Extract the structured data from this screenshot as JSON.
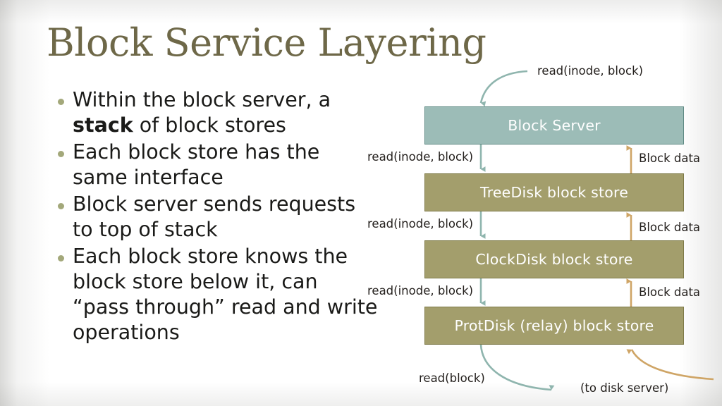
{
  "slide": {
    "title": "Block Service Layering",
    "bullets": [
      {
        "pre": "Within the block server, a ",
        "bold": "stack",
        "post": " of block stores"
      },
      {
        "pre": "Each block store has the same interface",
        "bold": "",
        "post": ""
      },
      {
        "pre": "Block server sends requests to top of stack",
        "bold": "",
        "post": ""
      },
      {
        "pre": "Each block store knows the block store below it, can “pass through” read and write operations",
        "bold": "",
        "post": ""
      }
    ]
  },
  "diagram": {
    "boxes": [
      {
        "label": "Block Server",
        "style": "teal"
      },
      {
        "label": "TreeDisk block store",
        "style": "olive"
      },
      {
        "label": "ClockDisk block store",
        "style": "olive"
      },
      {
        "label": "ProtDisk (relay) block store",
        "style": "olive"
      }
    ],
    "request_labels": [
      "read(inode, block)",
      "read(inode, block)",
      "read(inode, block)",
      "read(inode, block)"
    ],
    "response_labels": [
      "Block data",
      "Block data",
      "Block data"
    ],
    "bottom_left_label": "read(block)",
    "bottom_right_label": "(to disk server)"
  },
  "colors": {
    "title": "#6E6848",
    "bullet_dot": "#A3A87A",
    "body_text": "#1A1A18",
    "teal_fill": "#9CBCB7",
    "teal_border": "#5F8A84",
    "olive_fill": "#A39E6C",
    "olive_border": "#7E7A48",
    "arrow_down": "#8FB5AE",
    "arrow_up": "#CFA566",
    "box_text": "#FFFFFF"
  }
}
